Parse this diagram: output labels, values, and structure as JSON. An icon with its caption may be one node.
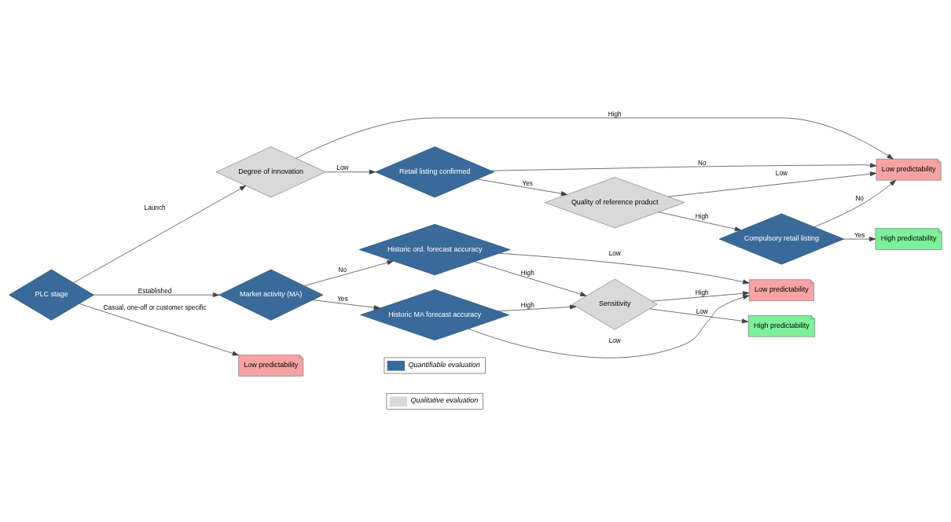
{
  "diagram": {
    "nodes": [
      {
        "text": [
          "PLC stage"
        ]
      },
      {
        "text": [
          "Degree of innovation"
        ]
      },
      {
        "text": [
          "Retail listing confirmed"
        ]
      },
      {
        "text": [
          "Quality of reference product"
        ]
      },
      {
        "text": [
          "Compulsory retail listing"
        ]
      },
      {
        "text": [
          "Low predictability"
        ]
      },
      {
        "text": [
          "High predictability"
        ]
      },
      {
        "text": [
          "Market activity (MA)"
        ]
      },
      {
        "text": [
          "Historic MA forecast accuracy"
        ]
      },
      {
        "text": [
          "Historic ord. forecast accuracy"
        ]
      },
      {
        "text": [
          "Sensitivity"
        ]
      },
      {
        "text": [
          "Low predictability"
        ]
      },
      {
        "text": [
          "High predictability"
        ]
      },
      {
        "text": [
          "Low predictability"
        ]
      }
    ],
    "edges": [
      {
        "from": 0,
        "to": 1,
        "arrow": "to",
        "label": "Launch"
      },
      {
        "from": 0,
        "to": 7,
        "arrow": "to",
        "label": "Established"
      },
      {
        "from": 0,
        "to": 13,
        "arrow": "to",
        "label": "Casual, one-off or customer specific"
      },
      {
        "from": 1,
        "to": 5,
        "arrow": "to",
        "label": "High"
      },
      {
        "from": 1,
        "to": 2,
        "arrow": "to",
        "label": "Low"
      },
      {
        "from": 2,
        "to": 5,
        "arrow": "to",
        "label": "No"
      },
      {
        "from": 2,
        "to": 3,
        "arrow": "to",
        "label": "Yes"
      },
      {
        "from": 3,
        "to": 5,
        "arrow": "to",
        "label": "Low"
      },
      {
        "from": 3,
        "to": 4,
        "arrow": "to",
        "label": "High"
      },
      {
        "from": 4,
        "to": 5,
        "arrow": "to",
        "label": "No"
      },
      {
        "from": 4,
        "to": 6,
        "arrow": "to",
        "label": "Yes"
      },
      {
        "from": 7,
        "to": 8,
        "arrow": "to",
        "label": "Yes"
      },
      {
        "from": 7,
        "to": 9,
        "arrow": "to",
        "label": "No"
      },
      {
        "from": 8,
        "to": 11,
        "arrow": "to",
        "label": "Low"
      },
      {
        "from": 8,
        "to": 10,
        "arrow": "to",
        "label": "High"
      },
      {
        "from": 9,
        "to": 11,
        "arrow": "to",
        "label": "Low"
      },
      {
        "from": 9,
        "to": 10,
        "arrow": "to",
        "label": "High"
      },
      {
        "from": 10,
        "to": 11,
        "arrow": "to",
        "label": "High"
      },
      {
        "from": 10,
        "to": 12,
        "arrow": "to",
        "label": "Low"
      }
    ],
    "legend": [
      {
        "text": "Quantifiable evaluation"
      },
      {
        "text": "Qualitative evaluation"
      }
    ]
  }
}
